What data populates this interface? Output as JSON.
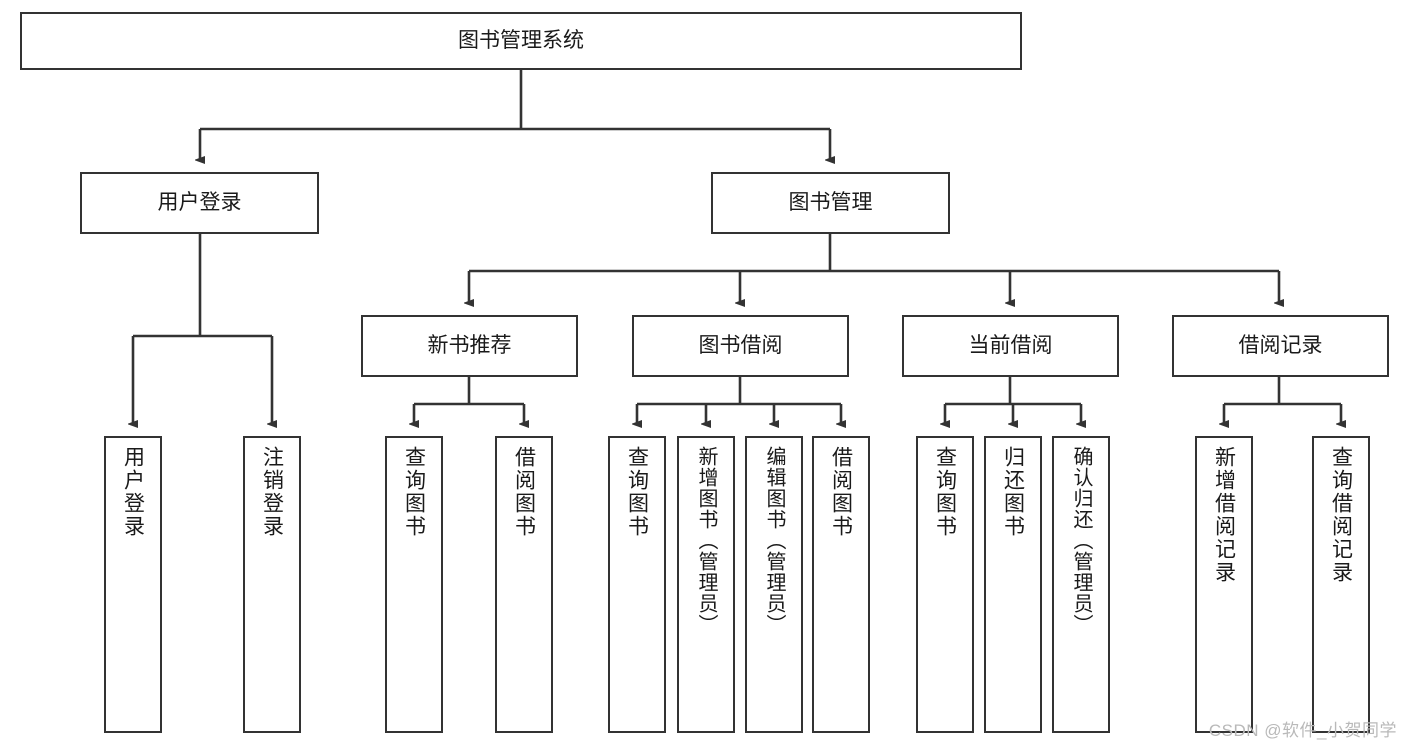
{
  "diagram": {
    "title": "图书管理系统",
    "type": "hierarchy-tree",
    "watermark": "CSDN @软件_小贺同学",
    "colors": {
      "box_border": "#333333",
      "box_fill": "#ffffff",
      "edge": "#333333",
      "text": "#1a1a1a",
      "watermark": "#b9b9b9",
      "background": "#ffffff"
    },
    "levels": {
      "root": {
        "label": "图书管理系统"
      },
      "level1": [
        {
          "label": "用户登录"
        },
        {
          "label": "图书管理"
        }
      ],
      "level2": [
        {
          "label": "新书推荐",
          "parent": "图书管理"
        },
        {
          "label": "图书借阅",
          "parent": "图书管理"
        },
        {
          "label": "当前借阅",
          "parent": "图书管理"
        },
        {
          "label": "借阅记录",
          "parent": "图书管理"
        }
      ],
      "leaves": [
        {
          "label": "用户登录",
          "parent": "用户登录"
        },
        {
          "label": "注销登录",
          "parent": "用户登录"
        },
        {
          "label": "查询图书",
          "parent": "新书推荐"
        },
        {
          "label": "借阅图书",
          "parent": "新书推荐"
        },
        {
          "label": "查询图书",
          "parent": "图书借阅"
        },
        {
          "label": "新增图书（管理员）",
          "parent": "图书借阅"
        },
        {
          "label": "编辑图书（管理员）",
          "parent": "图书借阅"
        },
        {
          "label": "借阅图书",
          "parent": "图书借阅"
        },
        {
          "label": "查询图书",
          "parent": "当前借阅"
        },
        {
          "label": "归还图书",
          "parent": "当前借阅"
        },
        {
          "label": "确认归还（管理员）",
          "parent": "当前借阅"
        },
        {
          "label": "新增借阅记录",
          "parent": "借阅记录"
        },
        {
          "label": "查询借阅记录",
          "parent": "借阅记录"
        }
      ]
    }
  }
}
